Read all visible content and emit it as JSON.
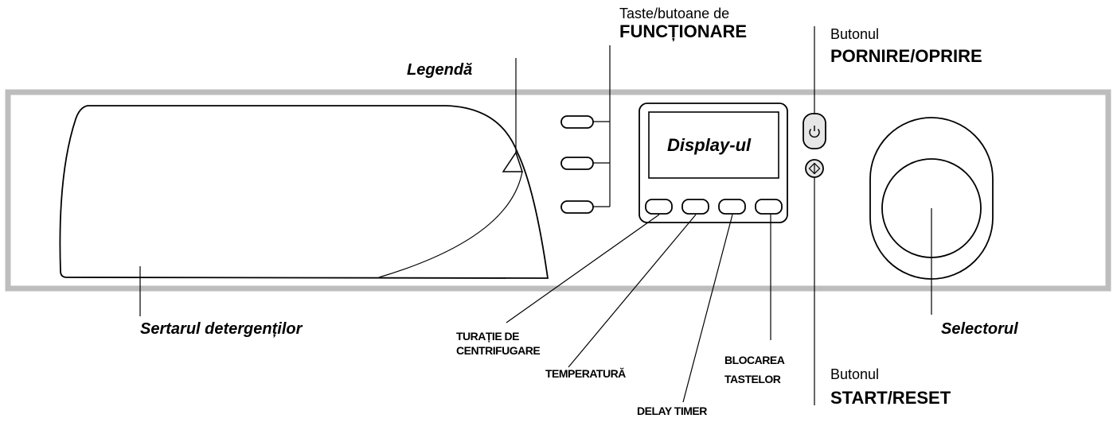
{
  "labels": {
    "function_keys_line1": "Taste/butoane de",
    "function_keys_line2": "FUNCȚIONARE",
    "legend": "Legendă",
    "power_line1": "Butonul",
    "power_line2": "PORNIRE/OPRIRE",
    "display": "Display-ul",
    "detergent_drawer": "Sertarul detergenților",
    "spin_line1": "TURAȚIE DE",
    "spin_line2": "CENTRIFUGARE",
    "temperature": "TEMPERATURĂ",
    "delay_timer": "DELAY TIMER",
    "key_lock_line1": "BLOCAREA",
    "key_lock_line2": "TASTELOR",
    "start_line1": "Butonul",
    "start_line2": "START/RESET",
    "selector": "Selectorul"
  },
  "icons": {
    "power": "power-icon",
    "start": "start-pause-icon"
  },
  "colors": {
    "panel_border": "#bdbdbd",
    "line": "#000000",
    "button_fill": "#e6e6e6"
  }
}
